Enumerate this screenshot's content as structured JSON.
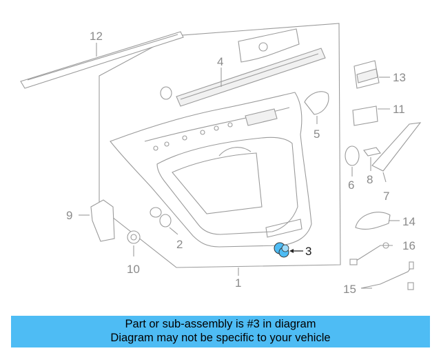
{
  "diagram": {
    "callouts": [
      "1",
      "2",
      "3",
      "4",
      "5",
      "6",
      "7",
      "8",
      "9",
      "10",
      "11",
      "12",
      "13",
      "14",
      "15",
      "16"
    ],
    "highlighted_part": "3",
    "highlight_color": "#4ebcf4"
  },
  "banner": {
    "line1": "Part or sub-assembly is #3 in diagram",
    "line2": "Diagram may not be specific to your vehicle",
    "background": "#4ebcf4"
  }
}
